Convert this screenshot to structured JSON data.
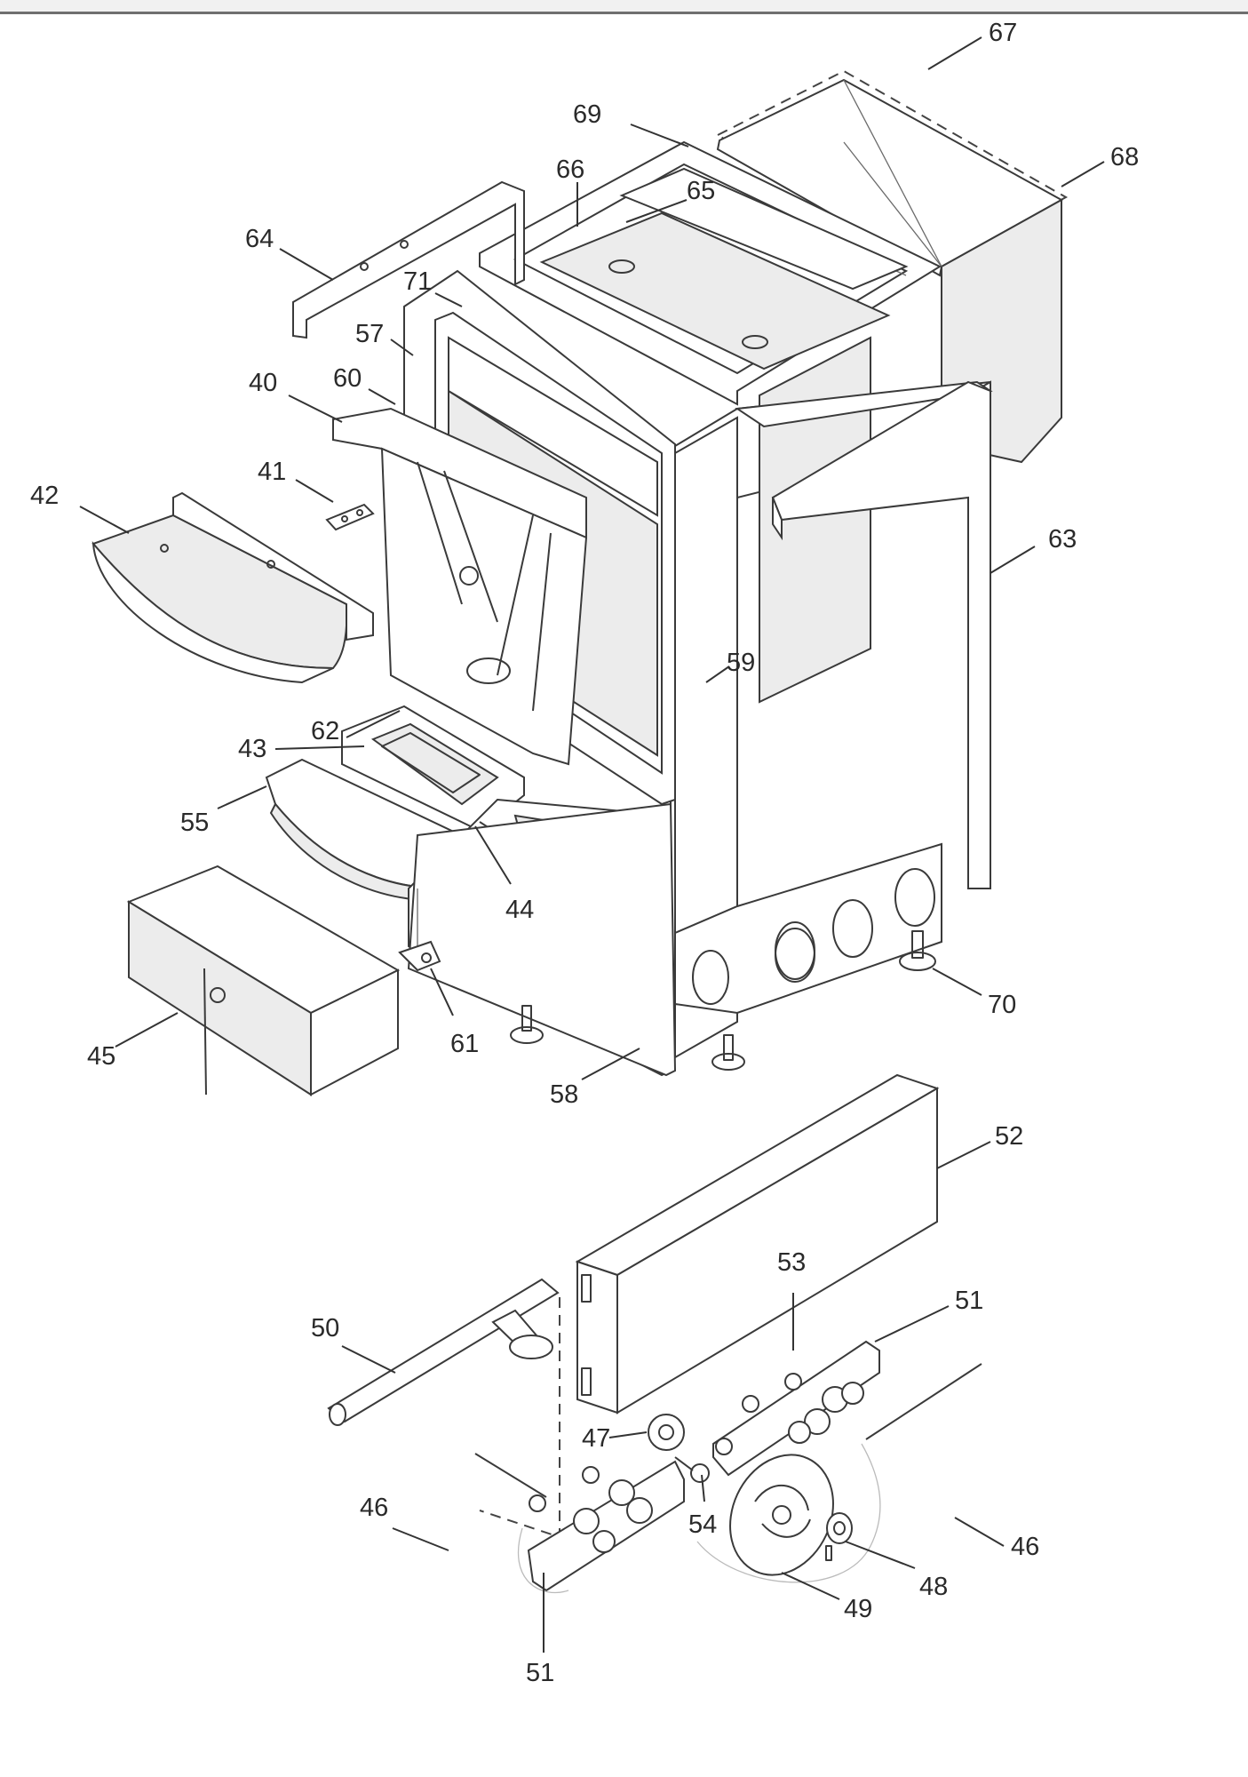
{
  "diagram": {
    "labels": {
      "p40": "40",
      "p41": "41",
      "p42": "42",
      "p43": "43",
      "p44": "44",
      "p45": "45",
      "p46a": "46",
      "p46b": "46",
      "p47": "47",
      "p48": "48",
      "p49": "49",
      "p50": "50",
      "p51a": "51",
      "p51b": "51",
      "p52": "52",
      "p53": "53",
      "p54": "54",
      "p55": "55",
      "p57": "57",
      "p58": "58",
      "p59": "59",
      "p60": "60",
      "p61": "61",
      "p62": "62",
      "p63": "63",
      "p64": "64",
      "p65": "65",
      "p66": "66",
      "p67": "67",
      "p68": "68",
      "p69": "69",
      "p70": "70",
      "p71": "71"
    }
  }
}
